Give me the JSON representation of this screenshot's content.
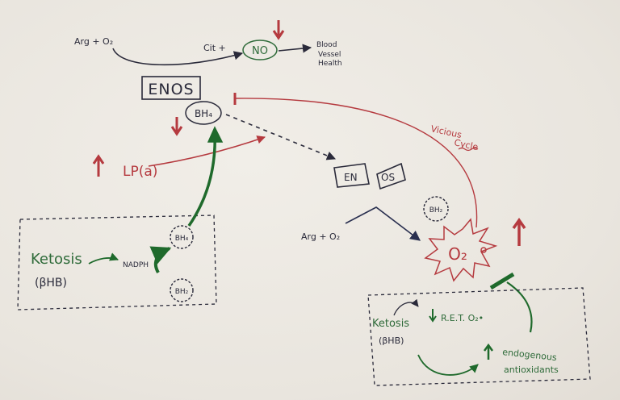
{
  "colors": {
    "ink": "#2a2a3a",
    "red": "#b53a3f",
    "green": "#2f6b3a",
    "darkgreen": "#1f6a2c",
    "paper": "#ece8e1"
  },
  "top": {
    "arg_o2": "Arg + O₂",
    "cit": "Cit +",
    "no": "NO",
    "blood_vessel_health": [
      "Blood",
      "Vessel",
      "Health"
    ],
    "enos": "ENOS",
    "bh4": "BH₄"
  },
  "lpa": "LP(a)",
  "vicious_cycle": [
    "Vicious",
    "Cycle"
  ],
  "uncoupled_enos": [
    "EN",
    "OS"
  ],
  "bh2_mid": "BH₂",
  "arg_o2_lower": "Arg + O₂",
  "superoxide": "O₂",
  "left_box": {
    "ketosis": "Ketosis",
    "bhb": "(βHB)",
    "nadph": "NADPH",
    "bh4": "BH₄",
    "bh2": "BH₂"
  },
  "right_box": {
    "ketosis": "Ketosis",
    "bhb": "(βHB)",
    "ret": "R.E.T. O₂•",
    "endogenous": "endogenous",
    "antioxidants": "antioxidants"
  },
  "icons": [
    "down-arrow-icon",
    "up-arrow-icon",
    "inhibit-bar-icon"
  ]
}
